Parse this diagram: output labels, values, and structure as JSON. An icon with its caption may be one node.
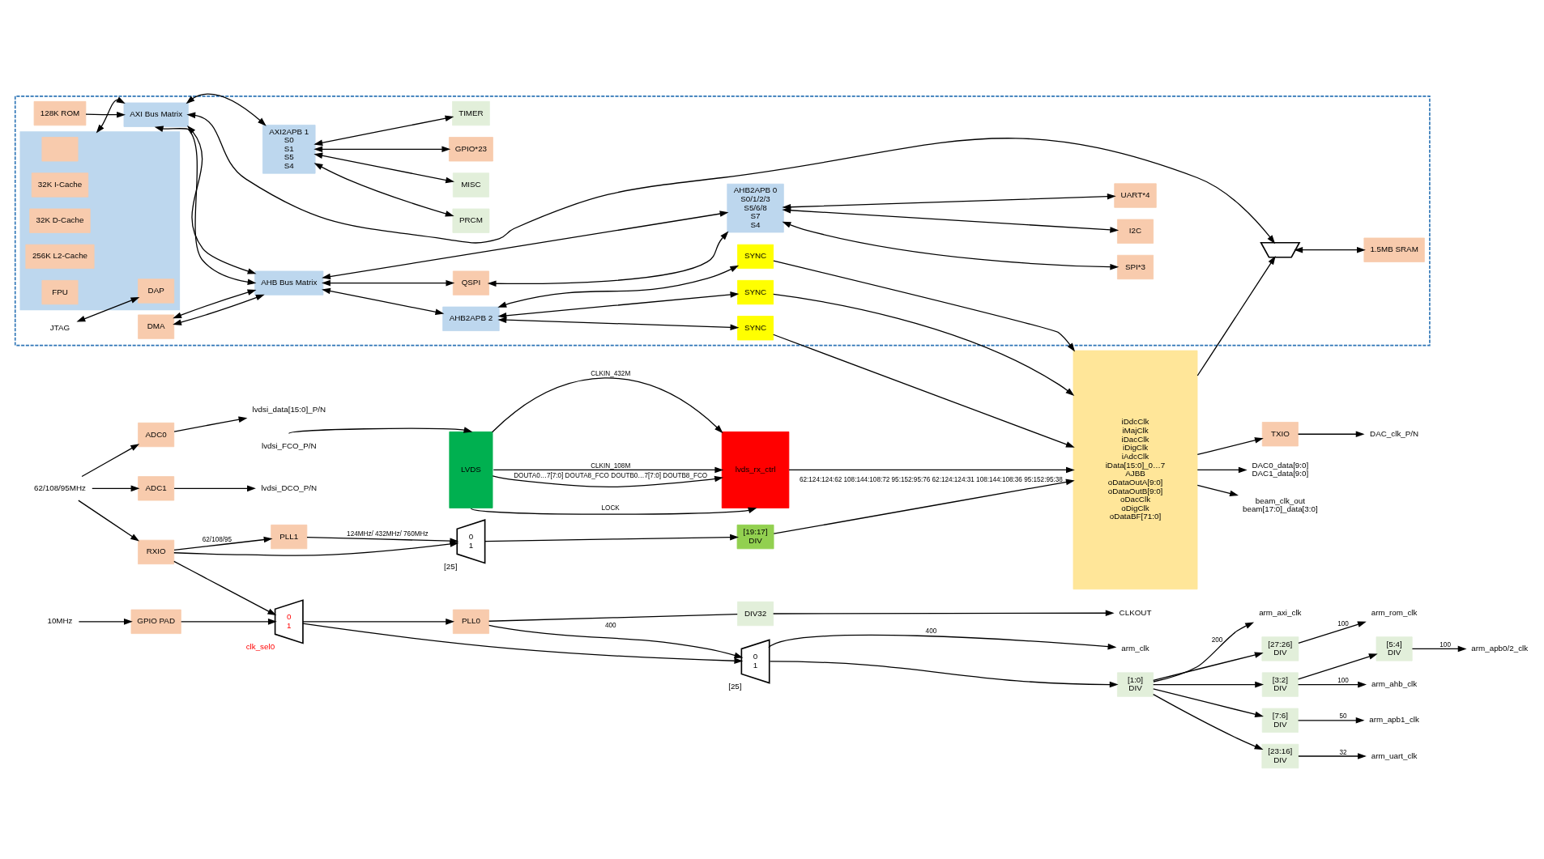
{
  "diagram": {
    "nodes": [
      {
        "text": [
          "10MHz"
        ]
      },
      {
        "text": [
          "GPIO PAD"
        ]
      },
      {
        "text": [
          "0",
          "1"
        ],
        "beside": [
          "clk_sel0"
        ]
      },
      {
        "text": [
          "PLL0"
        ]
      },
      {
        "text": [
          "0",
          "1"
        ],
        "beside": [
          "[25]"
        ]
      },
      {
        "text": [
          "DIV32"
        ]
      },
      {
        "text": [
          "CLKOUT"
        ]
      },
      {
        "text": [
          "[1:0]",
          "DIV"
        ]
      },
      {
        "text": [
          "arm_clk"
        ]
      },
      {
        "text": [
          "arm_axi_clk"
        ]
      },
      {
        "text": [
          "[27:26]",
          "DIV"
        ]
      },
      {
        "text": [
          "arm_rom_clk"
        ]
      },
      {
        "text": [
          "[3:2]",
          "DIV"
        ]
      },
      {
        "text": [
          "arm_ahb_clk"
        ]
      },
      {
        "text": [
          "[5:4]",
          "DIV"
        ]
      },
      {
        "text": [
          "arm_apb0/2_clk"
        ]
      },
      {
        "text": [
          "[7:6]",
          "DIV"
        ]
      },
      {
        "text": [
          "arm_apb1_clk"
        ]
      },
      {
        "text": [
          "[23:16]",
          "DIV"
        ]
      },
      {
        "text": [
          "arm_uart_clk"
        ]
      },
      {
        "text": [],
        "shape": "box"
      },
      {
        "text": [],
        "shape": "box",
        "in": 20
      },
      {
        "text": [],
        "shape": "box",
        "in": 21
      },
      {
        "text": [
          "32K I-Cache"
        ],
        "in": 21
      },
      {
        "text": [
          "32K D-Cache"
        ],
        "in": 21
      },
      {
        "text": [
          "DAP"
        ],
        "in": 21
      },
      {
        "text": [
          "256K L2-Cache"
        ],
        "in": 21
      },
      {
        "text": [
          "FPU"
        ],
        "in": 21
      },
      {
        "text": [
          "JTAG"
        ],
        "in": 20
      },
      {
        "text": [
          "AXI Bus Matrix"
        ],
        "in": 20
      },
      {
        "text": [],
        "shape": "trapezium",
        "in": 20
      },
      {
        "text": [
          "1.5MB SRAM"
        ],
        "in": 20
      },
      {
        "text": [
          "128K ROM"
        ],
        "in": 20
      },
      {
        "text": [
          "DMA"
        ],
        "in": 20
      },
      {
        "text": [
          "AHB Bus Matrix"
        ],
        "in": 20
      },
      {
        "text": [
          "QSPI"
        ],
        "in": 20
      },
      {
        "text": [
          "AHB2APB 2"
        ],
        "in": 20
      },
      {
        "text": [
          "AHB2APB 0",
          "S0/1/2/3",
          "S5/6/8",
          "S7",
          "S4"
        ],
        "in": 20
      },
      {
        "text": [
          "AXI2APB 1",
          "S0",
          "S1",
          "S5",
          "S4"
        ],
        "in": 20
      },
      {
        "text": [
          "SYNC"
        ],
        "in": 20
      },
      {
        "text": [
          "SYNC"
        ],
        "in": 20
      },
      {
        "text": [
          "SYNC"
        ],
        "in": 20
      },
      {
        "text": [
          "UART*4"
        ],
        "in": 20
      },
      {
        "text": [
          "SPI*3"
        ],
        "in": 20
      },
      {
        "text": [
          "I2C"
        ],
        "in": 20
      },
      {
        "text": [
          "GPIO*23"
        ],
        "in": 20
      },
      {
        "text": [
          "TIMER"
        ],
        "in": 20
      },
      {
        "text": [
          "PRCM"
        ],
        "in": 20
      },
      {
        "text": [
          "MISC"
        ],
        "in": 20
      },
      {
        "text": [
          "iDdcClk",
          "iMajClk",
          "iDacClk",
          "iDigClk",
          "iAdcClk",
          "iData[15:0]_0…7",
          "AJBB",
          "oDataOutA[9:0]",
          "oDataOutB[9:0]",
          "oDacClk",
          "oDigClk",
          "oDataBF[71:0]"
        ]
      },
      {
        "text": [
          "RXIO"
        ]
      },
      {
        "text": [
          "PLL1"
        ]
      },
      {
        "text": [
          "0",
          "1"
        ],
        "beside": [
          "[25]"
        ]
      },
      {
        "text": [
          "[19:17]",
          "DIV"
        ]
      },
      {
        "text": [
          "62/108/95MHz"
        ]
      },
      {
        "text": [
          "ADC0"
        ]
      },
      {
        "text": [
          "ADC1"
        ]
      },
      {
        "text": [
          "lvdsi_data[15:0]_P/N"
        ]
      },
      {
        "text": [
          "lvdsi_FCO_P/N"
        ]
      },
      {
        "text": [
          "lvdsi_DCO_P/N"
        ]
      },
      {
        "text": [
          "LVDS"
        ]
      },
      {
        "text": [
          "lvds_rx_ctrl"
        ]
      },
      {
        "text": [
          "TXIO"
        ]
      },
      {
        "text": [
          "DAC0_data[9:0]",
          "DAC1_data[9:0]"
        ]
      },
      {
        "text": [
          "DAC_clk_P/N"
        ]
      },
      {
        "text": [
          "beam_clk_out",
          "beam[17:0]_data[3:0]"
        ]
      }
    ],
    "edges": [
      {
        "from": 0,
        "to": 1,
        "arrow": "to"
      },
      {
        "from": 1,
        "to": 2,
        "arrow": "to"
      },
      {
        "from": 2,
        "to": 3,
        "arrow": "to"
      },
      {
        "from": 2,
        "to": 4,
        "arrow": "to"
      },
      {
        "from": 3,
        "to": 4,
        "label": "400",
        "arrow": "to"
      },
      {
        "from": 3,
        "to": 5,
        "arrow": "none"
      },
      {
        "from": 5,
        "to": 6,
        "arrow": "to"
      },
      {
        "from": 4,
        "to": 7,
        "arrow": "to"
      },
      {
        "from": 4,
        "to": 8,
        "label": "400",
        "arrow": "to"
      },
      {
        "from": 7,
        "to": 9,
        "label": "200",
        "arrow": "to"
      },
      {
        "from": 7,
        "to": 10,
        "arrow": "to"
      },
      {
        "from": 10,
        "to": 11,
        "label": "100",
        "arrow": "to"
      },
      {
        "from": 7,
        "to": 12,
        "arrow": "to"
      },
      {
        "from": 12,
        "to": 13,
        "label": "100",
        "arrow": "to"
      },
      {
        "from": 12,
        "to": 14,
        "arrow": "to"
      },
      {
        "from": 14,
        "to": 15,
        "label": "100",
        "arrow": "to"
      },
      {
        "from": 7,
        "to": 16,
        "arrow": "to"
      },
      {
        "from": 16,
        "to": 17,
        "label": "50",
        "arrow": "to"
      },
      {
        "from": 7,
        "to": 18,
        "arrow": "to"
      },
      {
        "from": 18,
        "to": 19,
        "label": "32",
        "arrow": "to"
      },
      {
        "from": 28,
        "to": 25,
        "arrow": "both"
      },
      {
        "from": 21,
        "to": 29,
        "arrow": "both"
      },
      {
        "from": 29,
        "to": 30,
        "arrow": "both"
      },
      {
        "from": 30,
        "to": 31,
        "arrow": "both"
      },
      {
        "from": 32,
        "to": 29,
        "arrow": "to"
      },
      {
        "from": 29,
        "to": 34,
        "arrow": "both"
      },
      {
        "from": 33,
        "to": 34,
        "arrow": "both"
      },
      {
        "from": 34,
        "to": 33,
        "arrow": "both"
      },
      {
        "from": 29,
        "to": 34,
        "arrow": "both"
      },
      {
        "from": 34,
        "to": 35,
        "arrow": "both"
      },
      {
        "from": 35,
        "to": 37,
        "arrow": "both"
      },
      {
        "from": 34,
        "to": 36,
        "arrow": "both"
      },
      {
        "from": 34,
        "to": 37,
        "arrow": "both"
      },
      {
        "from": 29,
        "to": 38,
        "arrow": "both"
      },
      {
        "from": 36,
        "to": 39,
        "arrow": "both"
      },
      {
        "from": 36,
        "to": 40,
        "arrow": "both"
      },
      {
        "from": 36,
        "to": 41,
        "arrow": "both"
      },
      {
        "from": 37,
        "to": 42,
        "arrow": "both"
      },
      {
        "from": 37,
        "to": 43,
        "arrow": "both"
      },
      {
        "from": 37,
        "to": 44,
        "arrow": "both"
      },
      {
        "from": 38,
        "to": 45,
        "arrow": "both"
      },
      {
        "from": 38,
        "to": 46,
        "arrow": "both"
      },
      {
        "from": 38,
        "to": 47,
        "arrow": "both"
      },
      {
        "from": 38,
        "to": 48,
        "arrow": "both"
      },
      {
        "from": 39,
        "to": 49,
        "arrow": "to"
      },
      {
        "from": 40,
        "to": 49,
        "arrow": "to"
      },
      {
        "from": 41,
        "to": 49,
        "arrow": "to"
      },
      {
        "from": 49,
        "to": 30,
        "arrow": "to"
      },
      {
        "from": 54,
        "to": 50,
        "arrow": "to"
      },
      {
        "from": 54,
        "to": 55,
        "arrow": "to"
      },
      {
        "from": 54,
        "to": 56,
        "arrow": "to"
      },
      {
        "from": 50,
        "to": 2,
        "arrow": "to"
      },
      {
        "from": 50,
        "to": 52,
        "arrow": "to"
      },
      {
        "from": 50,
        "to": 51,
        "label": "62/108/95",
        "arrow": "to"
      },
      {
        "from": 51,
        "to": 52,
        "label": "124MHz/ 432MHz/ 760MHz",
        "arrow": "to"
      },
      {
        "from": 52,
        "to": 53,
        "arrow": "to"
      },
      {
        "from": 53,
        "to": 49,
        "label": "62:124:124:62 108:144:108:72 95:152:95:76 62:124:124:31 108:144:108:36 95:152:95:38",
        "arrow": "to"
      },
      {
        "from": 55,
        "to": 57,
        "arrow": "to"
      },
      {
        "from": 56,
        "to": 59,
        "arrow": "to"
      },
      {
        "from": 58,
        "to": 60,
        "arrow": "to"
      },
      {
        "from": 60,
        "to": 61,
        "label": "CLKIN_432M",
        "arrow": "to"
      },
      {
        "from": 60,
        "to": 61,
        "label": "CLKIN_108M",
        "arrow": "to"
      },
      {
        "from": 60,
        "to": 61,
        "label": "LOCK",
        "arrow": "to"
      },
      {
        "from": 60,
        "to": 61,
        "label": "DOUTA0…7[7:0] DOUTA8_FCO DOUTB0…7[7:0] DOUTB8_FCO",
        "arrow": "to"
      },
      {
        "from": 61,
        "to": 49,
        "arrow": "to"
      },
      {
        "from": 49,
        "to": 63,
        "arrow": "to"
      },
      {
        "from": 49,
        "to": 62,
        "arrow": "to"
      },
      {
        "from": 62,
        "to": 64,
        "arrow": "to"
      },
      {
        "from": 49,
        "to": 65,
        "arrow": "to"
      }
    ]
  }
}
